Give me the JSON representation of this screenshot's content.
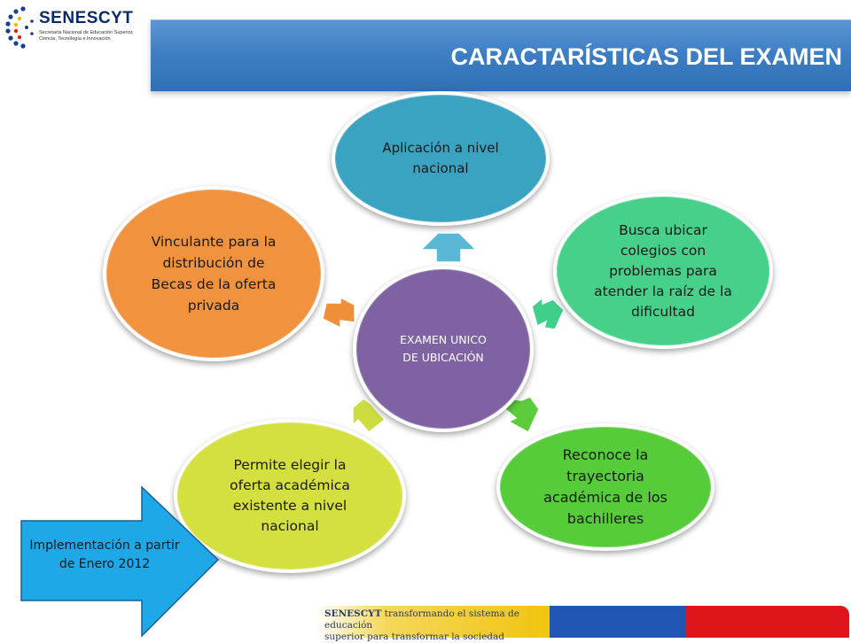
{
  "logo": {
    "name": "SENESCYT",
    "subtitle": "Secretaría Nacional de Educación Superior, Ciencia, Tecnología e Innovación"
  },
  "title": "CARACTARÍSTICAS DEL EXAMEN",
  "diagram": {
    "center": "EXAMEN UNICO DE UBICACIÓN",
    "nodes": {
      "top": "Aplicación a nivel nacional",
      "right": "Busca ubicar colegios con problemas para atender la raíz de la dificultad",
      "bottom_right": "Reconoce la trayectoria académica de los bachilleres",
      "bottom_left": "Permite elegir la oferta académica existente a nivel nacional",
      "left": "Vinculante para la distribución de Becas de la oferta privada"
    }
  },
  "callout": "Implementación a partir  de  Enero 2012",
  "footer": {
    "brand": "SENESCYT",
    "tagline_1": "transformando el sistema de educación",
    "tagline_2": "superior para transformar la sociedad"
  },
  "colors": {
    "title_bar": "#3e7fc4",
    "center": "#7f62a1",
    "top": "#3aa3c2",
    "right": "#46d08a",
    "bottom_right": "#56cc3a",
    "bottom_left": "#d4e040",
    "left": "#f0923e",
    "callout": "#1ea8e8"
  }
}
